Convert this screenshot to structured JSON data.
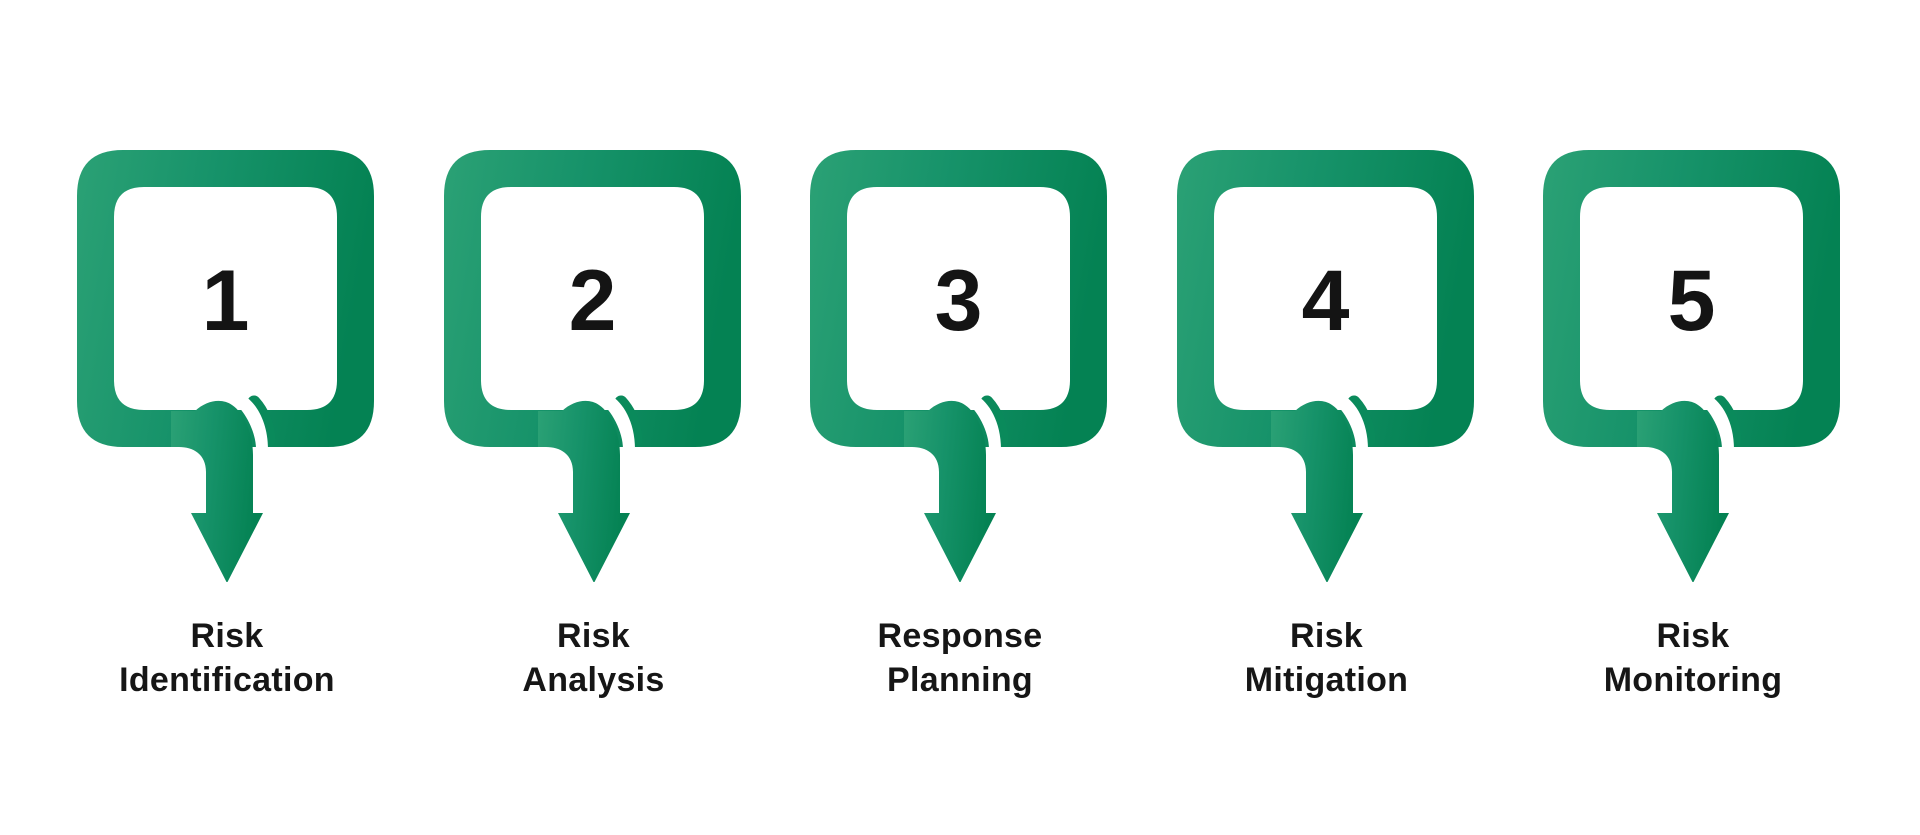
{
  "diagram_title": "",
  "background_color": "#ffffff",
  "text_color": "#161616",
  "accent_gradient": {
    "from": "#2BA175",
    "mid": "#17936A",
    "to": "#048253"
  },
  "notch_color": "#0A8A5B",
  "steps": [
    {
      "number": "1",
      "label": "Risk\nIdentification"
    },
    {
      "number": "2",
      "label": "Risk\nAnalysis"
    },
    {
      "number": "3",
      "label": "Response\nPlanning"
    },
    {
      "number": "4",
      "label": "Risk\nMitigation"
    },
    {
      "number": "5",
      "label": "Risk\nMonitoring"
    }
  ]
}
